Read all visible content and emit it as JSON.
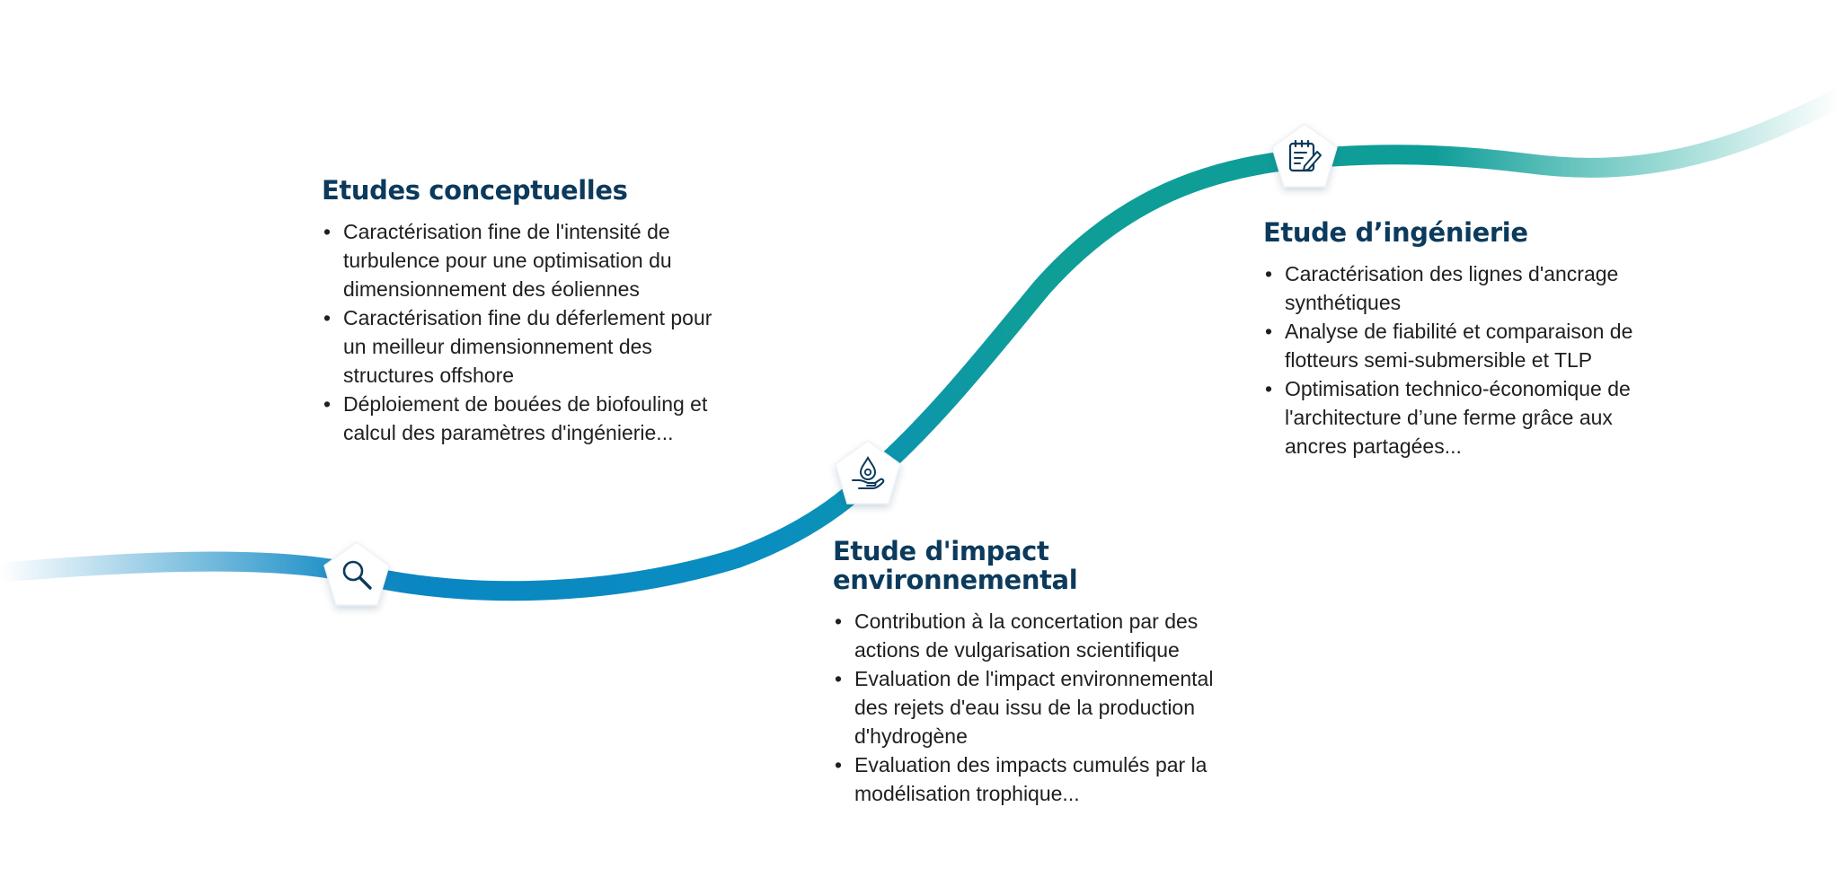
{
  "colors": {
    "path_blue": "#0a86c2",
    "path_teal": "#0f9d98",
    "heading": "#0b3a5c",
    "icon": "#0b3a5c",
    "node_fill": "#ffffff"
  },
  "stages": [
    {
      "title": "Etudes conceptuelles",
      "icon": "magnifier-icon",
      "items": [
        "Caractérisation fine de l'intensité de turbulence pour une optimisation du dimensionnement des éoliennes",
        "Caractérisation fine du déferlement pour un meilleur dimensionnement des structures offshore",
        "Déploiement de bouées de biofouling et calcul des paramètres d'ingénierie..."
      ]
    },
    {
      "title": "Etude d'impact environnemental",
      "icon": "hand-water-drop-icon",
      "items": [
        "Contribution à la concertation par des actions de vulgarisation scientifique",
        "Evaluation de l'impact environnemental des rejets d'eau issu de la production d'hydrogène",
        "Evaluation des impacts cumulés par la modélisation trophique..."
      ]
    },
    {
      "title": "Etude d’ingénierie",
      "icon": "notepad-pencil-icon",
      "items": [
        "Caractérisation des lignes d'ancrage synthétiques",
        "Analyse de fiabilité et comparaison de flotteurs semi-submersible et TLP",
        "Optimisation technico-économique de l'architecture d’une ferme grâce aux ancres partagées..."
      ]
    }
  ]
}
